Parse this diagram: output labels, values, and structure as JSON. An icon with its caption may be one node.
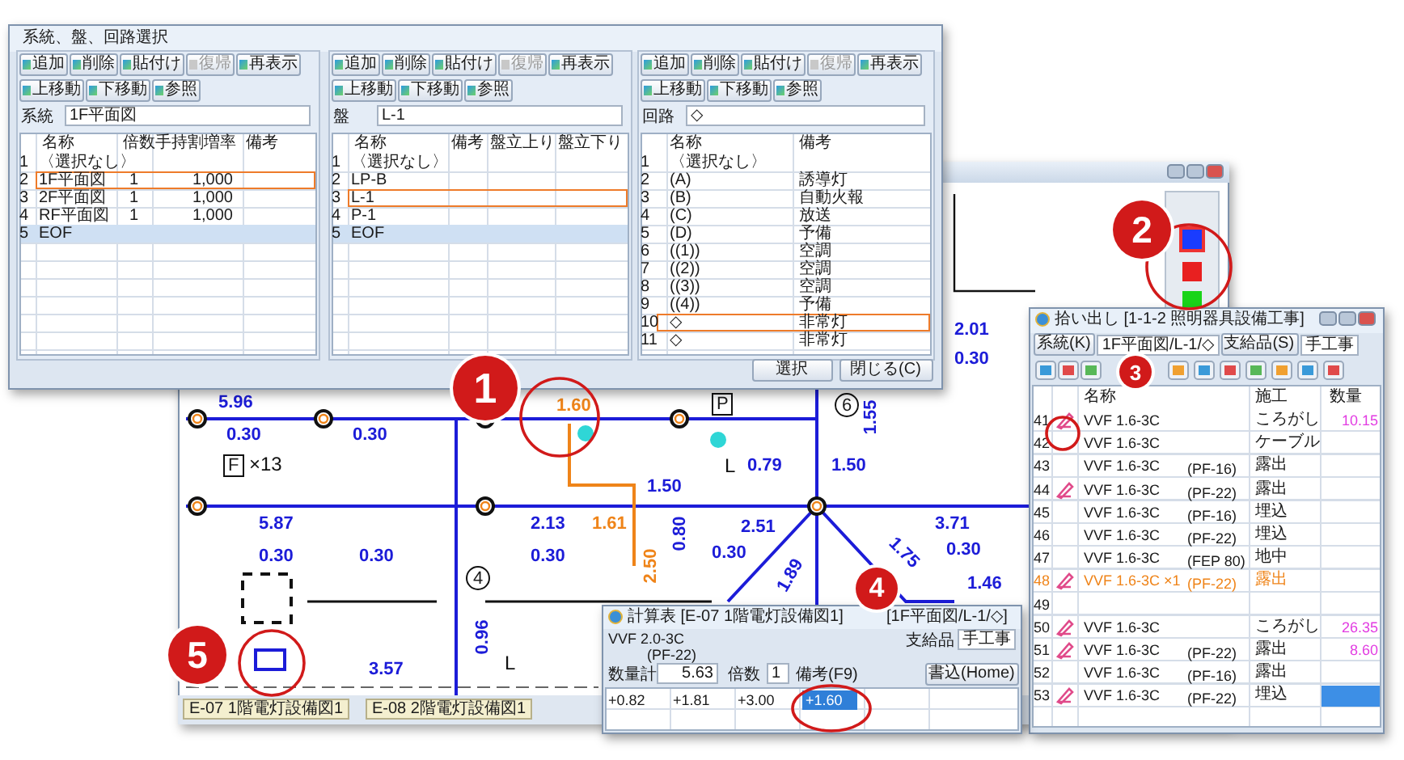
{
  "diagram": {
    "nodes": [
      {
        "text": [
          "1"
        ]
      },
      {
        "text": [
          "2"
        ]
      },
      {
        "text": [
          "3"
        ]
      },
      {
        "text": [
          "4"
        ]
      },
      {
        "text": [
          "5"
        ]
      }
    ],
    "labels": [
      "系統、盤、回路選択",
      "追加",
      "削除",
      "貼付け",
      "復帰",
      "再表示",
      "上移動",
      "下移動",
      "参照",
      "系統",
      "1F平面図",
      "名称",
      "倍数",
      "手持割増率",
      "備考",
      "1",
      "〈選択なし〉",
      "2",
      "1F平面図",
      "1",
      "1,000",
      "3",
      "2F平面図",
      "1",
      "1,000",
      "4",
      "RF平面図",
      "1",
      "1,000",
      "5",
      "EOF",
      "追加",
      "削除",
      "貼付け",
      "復帰",
      "再表示",
      "上移動",
      "下移動",
      "参照",
      "盤",
      "L-1",
      "名称",
      "備考",
      "盤立上り",
      "盤立下り",
      "1",
      "〈選択なし〉",
      "2",
      "LP-B",
      "3",
      "L-1",
      "4",
      "P-1",
      "5",
      "EOF",
      "追加",
      "削除",
      "貼付け",
      "復帰",
      "再表示",
      "上移動",
      "下移動",
      "参照",
      "回路",
      "◇",
      "名称",
      "備考",
      "1",
      "〈選択なし〉",
      "2",
      "(A)",
      "誘導灯",
      "3",
      "(B)",
      "自動火報",
      "4",
      "(C)",
      "放送",
      "5",
      "(D)",
      "予備",
      "6",
      "((1))",
      "空調",
      "7",
      "((2))",
      "空調",
      "8",
      "((3))",
      "空調",
      "9",
      "((4))",
      "予備",
      "10",
      "◇",
      "非常灯",
      "11",
      "◇",
      "非常灯",
      "選択",
      "閉じる(C)",
      "5.96",
      "0.30",
      "0.30",
      "F",
      "×13",
      "1.60",
      "P",
      "6",
      "1.55",
      "L",
      "0.79",
      "1.50",
      "1.50",
      "5.87",
      "2.13",
      "1.61",
      "0.80",
      "2.51",
      "3.71",
      "0.30",
      "0.30",
      "0.30",
      "2.50",
      "0.30",
      "0.30",
      "4",
      "1.75",
      "1.89",
      "1.46",
      "0.96",
      "L",
      "3.57",
      "2.01",
      "0.30",
      "E-07 1階電灯設備図1",
      "E-08 2階電灯設備図1",
      "拾い出し [1-1-2 照明器具設備工事]",
      "系統(K)",
      "1F平面図/L-1/◇",
      "支給品(S)",
      "手工事",
      "名称",
      "施工",
      "数量",
      "41",
      "VVF 1.6-3C",
      "ころがし",
      "10.15",
      "42",
      "VVF 1.6-3C",
      "ケーブル",
      "43",
      "VVF 1.6-3C",
      "(PF-16)",
      "露出",
      "44",
      "VVF 1.6-3C",
      "(PF-22)",
      "露出",
      "45",
      "VVF 1.6-3C",
      "(PF-16)",
      "埋込",
      "46",
      "VVF 1.6-3C",
      "(PF-22)",
      "埋込",
      "47",
      "VVF 1.6-3C",
      "(FEP 80)",
      "地中",
      "48",
      "VVF 1.6-3C ×1",
      "(PF-22)",
      "露出",
      "49",
      "50",
      "VVF 1.6-3C",
      "ころがし",
      "26.35",
      "51",
      "VVF 1.6-3C",
      "(PF-22)",
      "露出",
      "8.60",
      "52",
      "VVF 1.6-3C",
      "(PF-16)",
      "露出",
      "53",
      "VVF 1.6-3C",
      "(PF-22)",
      "埋込",
      "計算表 [E-07 1階電灯設備図1]",
      "[1F平面図/L-1/◇]",
      "VVF 2.0-3C",
      "(PF-22)",
      "支給品",
      "手工事",
      "数量計",
      "5.63",
      "倍数",
      "1",
      "備考(F9)",
      "書込(Home)",
      "+0.82",
      "+1.81",
      "+3.00",
      "+1.60"
    ]
  }
}
